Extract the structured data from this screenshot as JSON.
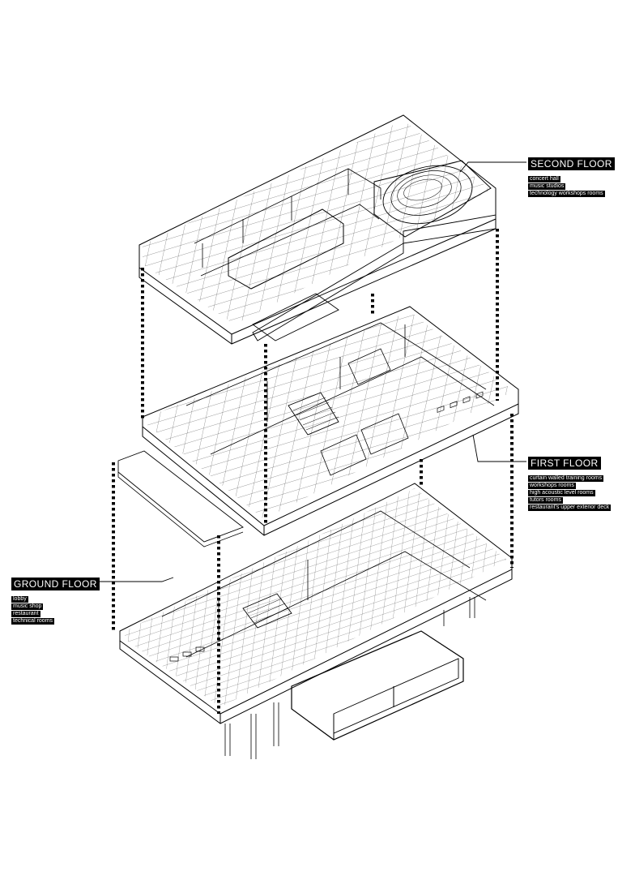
{
  "floors": [
    {
      "id": "second",
      "title": "SECOND FLOOR",
      "items": [
        "concert hall",
        "music studios",
        "technology workshops rooms"
      ]
    },
    {
      "id": "first",
      "title": "FIRST FLOOR",
      "items": [
        "curtain walled training rooms",
        "workshops rooms",
        "high acoustic level rooms",
        "tutors rooms",
        "restaurant's upper exterior deck"
      ]
    },
    {
      "id": "ground",
      "title": "GROUND FLOOR",
      "items": [
        "lobby",
        "music shop",
        "restaurant",
        "technical rooms"
      ]
    }
  ]
}
